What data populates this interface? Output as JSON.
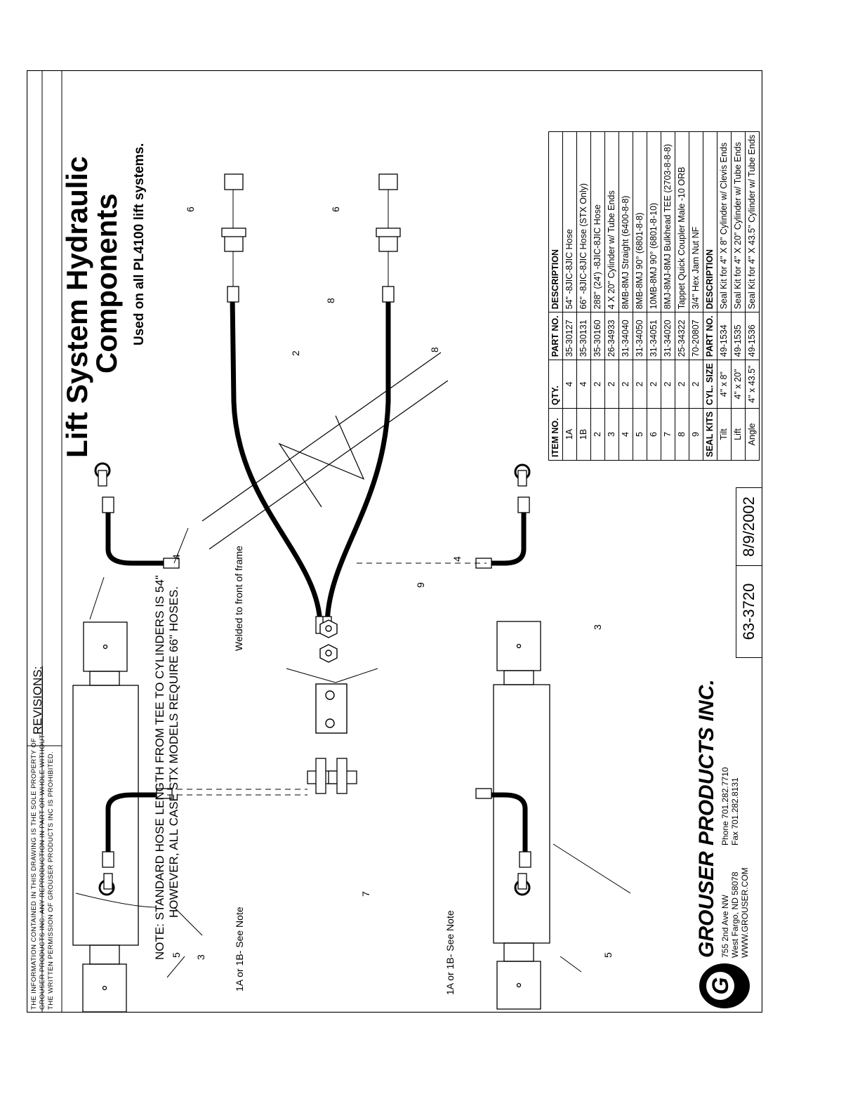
{
  "title_line1": "Lift System Hydraulic",
  "title_line2": "Components",
  "subtitle": "Used on all PL4100 lift systems.",
  "revisions_label": "REVISIONS:",
  "notice": [
    "THE INFORMATION CONTAINED IN THIS DRAWING IS THE SOLE PROPERTY OF",
    "GROUSER PRODUCTS INC. ANY REPRODUCTION IN PART OR WHOLE WITHOUT",
    "THE WRITTEN PERMISSION OF GROUSER PRODUCTS INC IS PROHIBITED."
  ],
  "note_line1": "NOTE: STANDARD HOSE LENGTH FROM TEE TO CYLINDERS IS 54\"",
  "note_line2": "HOWEVER, ALL CASE STX MODELS REQUIRE 66\" HOSES.",
  "callouts": {
    "welded": "Welded to front of frame",
    "hose_note_top": "1A or 1B- See Note",
    "hose_note_bottom": "1A or 1B- See Note",
    "n2": "2",
    "n3a": "3",
    "n3b": "3",
    "n4a": "4",
    "n4b": "4",
    "n5a": "5",
    "n5b": "5",
    "n6a": "6",
    "n6b": "6",
    "n7": "7",
    "n8a": "8",
    "n8b": "8",
    "n9": "9"
  },
  "company": {
    "logo_letter": "G",
    "name": "GROUSER PRODUCTS INC.",
    "address1": "755 2nd Ave NW",
    "address2": "West Fargo, ND 58078",
    "website": "WWW.GROUSER.COM",
    "phone": "Phone 701.282.7710",
    "fax": "Fax    701.282.8131"
  },
  "drawing_number": "63-3720",
  "date": "8/9/2002",
  "parts_table": {
    "headers": [
      "ITEM NO.",
      "QTY.",
      "PART NO.",
      "DESCRIPTION"
    ],
    "rows": [
      [
        "1A",
        "4",
        "35-30127",
        "54\" -8JIC-8JIC Hose"
      ],
      [
        "1B",
        "4",
        "35-30131",
        "66\" -8JIC-8JIC Hose (STX Only)"
      ],
      [
        "2",
        "2",
        "35-30160",
        "288\" (24') -8JIC-8JIC Hose"
      ],
      [
        "3",
        "2",
        "26-34933",
        "4 X 20\" Cylinder w/ Tube Ends"
      ],
      [
        "4",
        "2",
        "31-34040",
        "8MB-8MJ Straight (6400-8-8)"
      ],
      [
        "5",
        "2",
        "31-34050",
        "8MB-8MJ 90° (6801-8-8)"
      ],
      [
        "6",
        "2",
        "31-34051",
        "10MB-8MJ 90° (6801-8-10)"
      ],
      [
        "7",
        "2",
        "31-34020",
        "8MJ-8MJ-8MJ Bulkhead TEE (2703-8-8-8)"
      ],
      [
        "8",
        "2",
        "25-34322",
        "Tappet Quick Coupler Male -10 ORB"
      ],
      [
        "9",
        "2",
        "70-20807",
        "3/4\" Hex Jam Nut NF"
      ]
    ],
    "seal_headers": [
      "SEAL KITS",
      "CYL. SIZE",
      "PART NO.",
      "DESCRIPTION"
    ],
    "seal_rows": [
      [
        "Tilt",
        "4\" x 8\"",
        "49-1534",
        "Seal Kit for 4\" X 8\" Cylinder w/ Clevis Ends"
      ],
      [
        "Lift",
        "4\" x 20\"",
        "49-1535",
        "Seal Kit for 4\" X 20\" Cylinder w/ Tube Ends"
      ],
      [
        "Angle",
        "4\" x 43.5\"",
        "49-1536",
        "Seal Kit for 4\" X 43.5\" Cylinder w/ Tube Ends"
      ]
    ]
  }
}
